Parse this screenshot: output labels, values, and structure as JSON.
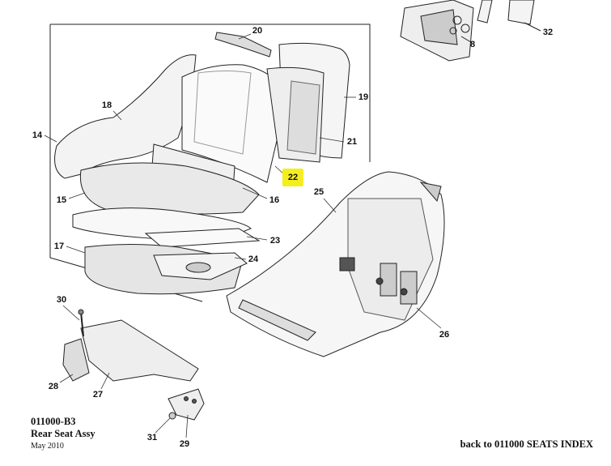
{
  "diagram": {
    "highlight_color": "#f5ee1f",
    "callouts": {
      "c20": "20",
      "c19": "19",
      "c18": "18",
      "c14": "14",
      "c21": "21",
      "c22": "22",
      "c25": "25",
      "c16": "16",
      "c15": "15",
      "c23": "23",
      "c17": "17",
      "c24": "24",
      "c26": "26",
      "c30": "30",
      "c28": "28",
      "c27": "27",
      "c31": "31",
      "c29": "29",
      "c8": "8",
      "c32": "32"
    },
    "highlighted_callout": "22"
  },
  "caption": {
    "code": "011000-B3",
    "title": "Rear Seat Assy",
    "date": "May 2010"
  },
  "nav": {
    "back_link": "back to 011000 SEATS INDEX"
  }
}
